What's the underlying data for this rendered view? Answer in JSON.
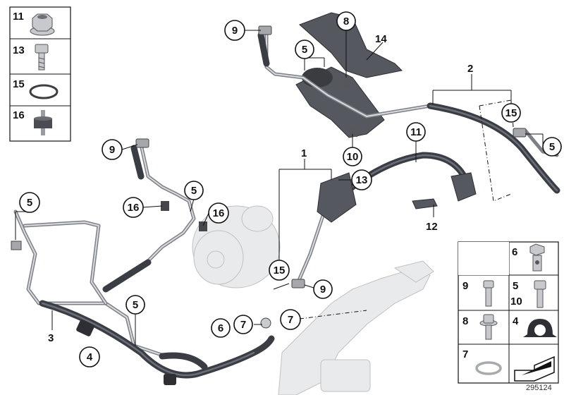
{
  "callouts": {
    "c9_top": "9",
    "c8": "8",
    "c14": "14",
    "c5_top": "5",
    "c2": "2",
    "c15_right": "15",
    "c5_right": "5",
    "c10": "10",
    "c11": "11",
    "c1": "1",
    "c13": "13",
    "c12": "12",
    "c9_left": "9",
    "c5_mid": "5",
    "c16_left": "16",
    "c16_right": "16",
    "c5_left": "5",
    "c15_mid": "15",
    "c9_mid": "9",
    "c5_low": "5",
    "c3": "3",
    "c4": "4",
    "c6": "6",
    "c7_a": "7",
    "c7_b": "7"
  },
  "left_legend": [
    {
      "number": "11",
      "icon": "flange-nut-icon"
    },
    {
      "number": "13",
      "icon": "hex-bolt-icon"
    },
    {
      "number": "15",
      "icon": "o-ring-icon"
    },
    {
      "number": "16",
      "icon": "rubber-mount-icon"
    }
  ],
  "right_legend": [
    {
      "number": "6",
      "icon": "banjo-bolt-icon"
    },
    {
      "number": "9",
      "icon": "socket-cap-screw-icon"
    },
    {
      "number": "5",
      "number2": "10",
      "icon": "hex-bolt-icon"
    },
    {
      "number": "8",
      "icon": "flange-bolt-icon"
    },
    {
      "number": "4",
      "icon": "hose-clamp-icon"
    },
    {
      "number": "7",
      "icon": "sealing-ring-icon"
    },
    {
      "number": "",
      "icon": "direction-arrow-icon"
    }
  ],
  "diagram_id": "295124"
}
